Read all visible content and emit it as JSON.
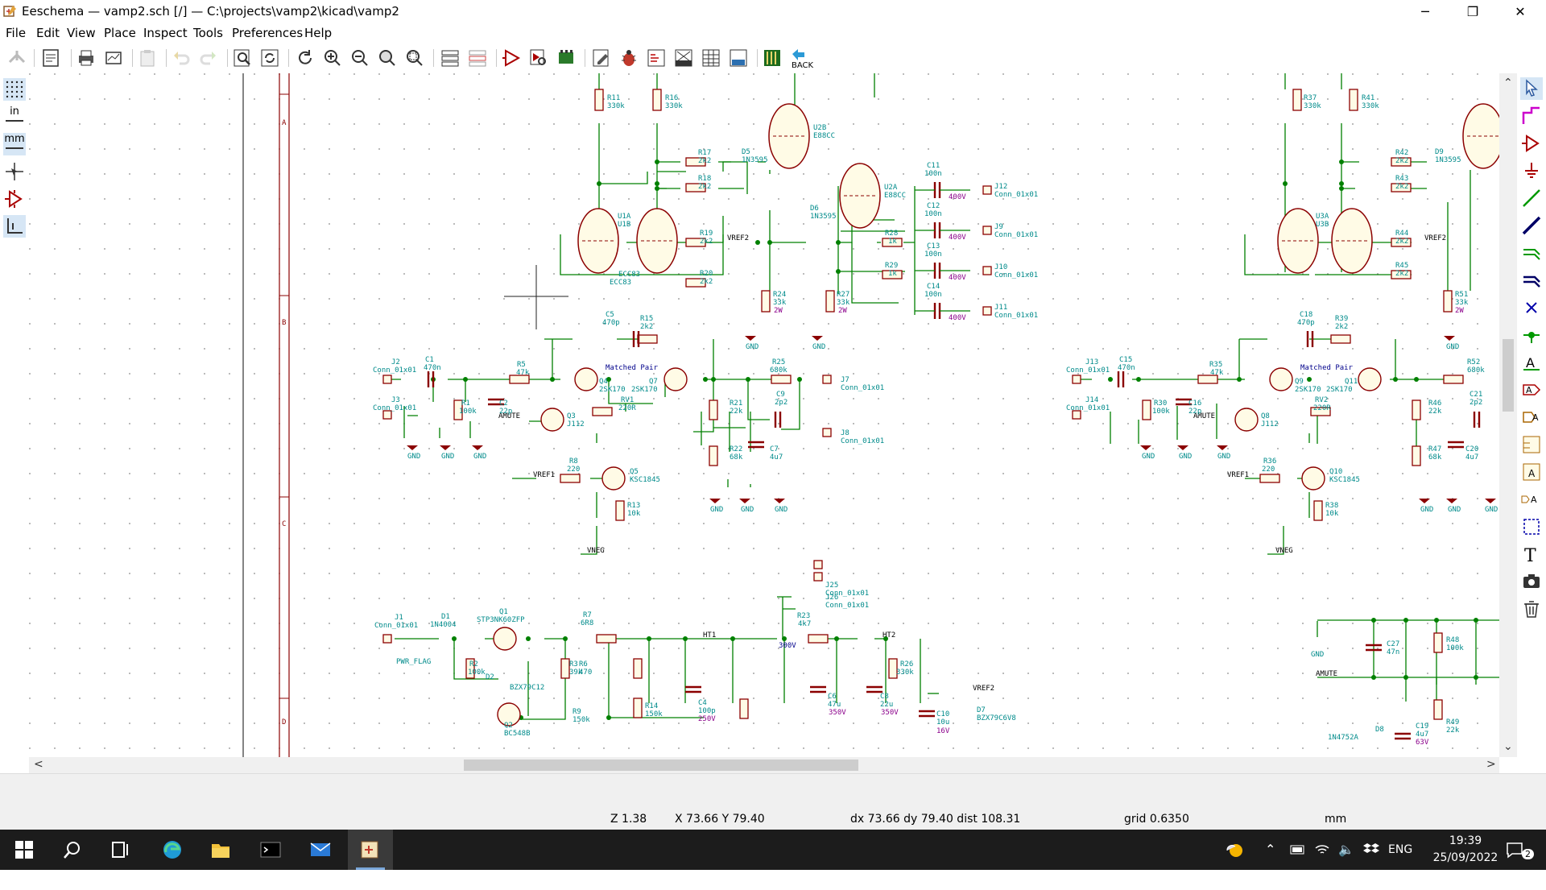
{
  "window": {
    "title": "Eeschema — vamp2.sch [/] — C:\\projects\\vamp2\\kicad\\vamp2",
    "minimize_glyph": "─",
    "maximize_glyph": "❐",
    "close_glyph": "✕"
  },
  "menu": [
    "File",
    "Edit",
    "View",
    "Place",
    "Inspect",
    "Tools",
    "Preferences",
    "Help"
  ],
  "toolbar": {
    "back_label": "BACK",
    "icons": [
      "save-icon",
      "page-settings-icon",
      "print-icon",
      "plot-icon",
      "paste-icon",
      "undo-icon",
      "redo-icon",
      "find-icon",
      "find-replace-icon",
      "refresh-icon",
      "zoom-in-icon",
      "zoom-out-icon",
      "zoom-fit-icon",
      "zoom-selection-icon",
      "hierarchy-icon",
      "leave-sheet-icon",
      "symbol-editor-icon",
      "symbol-browser-icon",
      "footprint-assign-icon",
      "annotate-icon",
      "erc-icon",
      "netlist-icon",
      "netlist-export-icon",
      "bom-table-icon",
      "bom-icon",
      "pcbnew-icon",
      "back-icon"
    ]
  },
  "left_tools": {
    "grid_icon": "grid-icon",
    "inch_label": "in",
    "mm_label": "mm",
    "cursor_icon": "full-cursor-icon",
    "pins_icon": "hidden-pins-icon",
    "orth_icon": "orthogonal-lines-icon"
  },
  "right_tools": [
    "select-icon",
    "highlight-net-icon",
    "add-symbol-icon",
    "add-power-icon",
    "add-wire-icon",
    "add-bus-icon",
    "wire-entry-icon",
    "bus-entry-icon",
    "no-connect-icon",
    "junction-icon",
    "net-label-icon",
    "global-label-icon",
    "hier-label-icon",
    "hier-sheet-icon",
    "import-sheet-pin-icon",
    "sheet-pin-icon",
    "graphic-line-icon",
    "text-icon",
    "image-icon",
    "delete-icon"
  ],
  "status": {
    "zoom": "Z 1.38",
    "cursor": "X 73.66  Y 79.40",
    "delta": "dx 73.66  dy 79.40  dist 108.31",
    "grid": "grid 0.6350",
    "units": "mm"
  },
  "taskbar": {
    "apps": [
      "start-icon",
      "search-icon",
      "task-view-icon",
      "edge-icon",
      "file-explorer-icon",
      "terminal-icon",
      "mail-icon",
      "kicad-eeschema-icon"
    ],
    "language": "ENG",
    "time": "19:39",
    "date": "25/09/2022",
    "notifications": "2"
  },
  "schematic": {
    "border_rows": [
      "A",
      "B",
      "C",
      "D"
    ],
    "components": [
      {
        "ref": "R11",
        "value": "330k"
      },
      {
        "ref": "R16",
        "value": "330k"
      },
      {
        "ref": "R17",
        "value": "2k2"
      },
      {
        "ref": "U2B",
        "value": "E88CC"
      },
      {
        "ref": "D5",
        "value": "1N3595"
      },
      {
        "ref": "R18",
        "value": "2k2"
      },
      {
        "ref": "U2A",
        "value": "E88CC"
      },
      {
        "ref": "D6",
        "value": "1N3595"
      },
      {
        "ref": "U1A",
        "value": "U1B"
      },
      {
        "ref": "ECC83",
        "value": "ECC83"
      },
      {
        "ref": "R19",
        "value": "2k2"
      },
      {
        "ref": "R20",
        "value": "2k2"
      },
      {
        "ref": "R28",
        "value": "1k"
      },
      {
        "ref": "R29",
        "value": "1k"
      },
      {
        "ref": "R24",
        "value": "33k"
      },
      {
        "ref": "R27",
        "value": "33k"
      },
      {
        "ref": "C11",
        "value": "100n"
      },
      {
        "ref": "C12",
        "value": "100n"
      },
      {
        "ref": "C13",
        "value": "100n"
      },
      {
        "ref": "C14",
        "value": "100n"
      },
      {
        "ref": "J12",
        "value": "Conn_01x01"
      },
      {
        "ref": "J9",
        "value": "Conn_01x01"
      },
      {
        "ref": "J10",
        "value": "Conn_01x01"
      },
      {
        "ref": "J11",
        "value": "Conn_01x01"
      },
      {
        "ref": "C5",
        "value": "470p"
      },
      {
        "ref": "R15",
        "value": "2k2"
      },
      {
        "ref": "J2",
        "value": "Conn_01x01"
      },
      {
        "ref": "C1",
        "value": "470n"
      },
      {
        "ref": "R5",
        "value": "47k"
      },
      {
        "ref": "Q4",
        "value": "2SK170"
      },
      {
        "ref": "Q7",
        "value": "2SK170"
      },
      {
        "ref": "R25",
        "value": "680k"
      },
      {
        "ref": "J7",
        "value": "Conn_01x01"
      },
      {
        "ref": "J3",
        "value": "Conn_01x01"
      },
      {
        "ref": "R1",
        "value": "100k"
      },
      {
        "ref": "C2",
        "value": "22p"
      },
      {
        "ref": "Q3",
        "value": "J112"
      },
      {
        "ref": "RV1",
        "value": "220R"
      },
      {
        "ref": "R21",
        "value": "22k"
      },
      {
        "ref": "C9",
        "value": "2p2"
      },
      {
        "ref": "J8",
        "value": "Conn_01x01"
      },
      {
        "ref": "R22",
        "value": "68k"
      },
      {
        "ref": "C7",
        "value": "4u7"
      },
      {
        "ref": "R8",
        "value": "220"
      },
      {
        "ref": "Q5",
        "value": "KSC1845"
      },
      {
        "ref": "R13",
        "value": "10k"
      },
      {
        "ref": "J25",
        "value": "Conn_01x01"
      },
      {
        "ref": "J26",
        "value": "Conn_01x01"
      },
      {
        "ref": "J1",
        "value": "Conn_01x01"
      },
      {
        "ref": "D1",
        "value": "1N4004"
      },
      {
        "ref": "Q1",
        "value": "STP3NK60ZFP"
      },
      {
        "ref": "R7",
        "value": "6R8"
      },
      {
        "ref": "R23",
        "value": "4k7"
      },
      {
        "ref": "R2",
        "value": "100k"
      },
      {
        "ref": "D2",
        "value": "BZX79C12"
      },
      {
        "ref": "R6",
        "value": "470"
      },
      {
        "ref": "R3",
        "value": "39k"
      },
      {
        "ref": "C4",
        "value": "100p"
      },
      {
        "ref": "R26",
        "value": "330k"
      },
      {
        "ref": "C6",
        "value": "47u"
      },
      {
        "ref": "C8",
        "value": "22u"
      },
      {
        "ref": "C10",
        "value": "10u"
      },
      {
        "ref": "D7",
        "value": "BZX79C6V8"
      },
      {
        "ref": "R9",
        "value": "150k"
      },
      {
        "ref": "R14",
        "value": "150k"
      },
      {
        "ref": "Q2",
        "value": "BC548B"
      }
    ],
    "labels": {
      "vref2": "VREF2",
      "vref1": "VREF1",
      "vneg": "VNEG",
      "amute": "AMUTE",
      "gnd": "GND",
      "ht1": "HT1",
      "ht2": "HT2",
      "v300": "300V",
      "matched": "Matched Pair",
      "pwr_flag": "PWR_FLAG",
      "v400": "400V",
      "v2w": "2W",
      "v250": "250V",
      "v350": "350V",
      "v16": "16V",
      "v63": "63V"
    },
    "right_block": [
      {
        "ref": "R37",
        "value": "330k"
      },
      {
        "ref": "R41",
        "value": "330k"
      },
      {
        "ref": "R42",
        "value": "2k2"
      },
      {
        "ref": "D9",
        "value": "1N3595"
      },
      {
        "ref": "R43",
        "value": "2k2"
      },
      {
        "ref": "U3A",
        "value": "U3B"
      },
      {
        "ref": "R44",
        "value": "2k2"
      },
      {
        "ref": "R45",
        "value": "2k2"
      },
      {
        "ref": "R51",
        "value": "33k"
      },
      {
        "ref": "C18",
        "value": "470p"
      },
      {
        "ref": "R39",
        "value": "2k2"
      },
      {
        "ref": "J13",
        "value": "Conn_01x01"
      },
      {
        "ref": "C15",
        "value": "470n"
      },
      {
        "ref": "R35",
        "value": "47k"
      },
      {
        "ref": "Q9",
        "value": "2SK170"
      },
      {
        "ref": "Q11",
        "value": "2SK170"
      },
      {
        "ref": "R52",
        "value": "680k"
      },
      {
        "ref": "J14",
        "value": "Conn_01x01"
      },
      {
        "ref": "R30",
        "value": "100k"
      },
      {
        "ref": "C16",
        "value": "22p"
      },
      {
        "ref": "Q8",
        "value": "J112"
      },
      {
        "ref": "RV2",
        "value": "220R"
      },
      {
        "ref": "R46",
        "value": "22k"
      },
      {
        "ref": "C21",
        "value": "2p2"
      },
      {
        "ref": "R47",
        "value": "68k"
      },
      {
        "ref": "C20",
        "value": "4u7"
      },
      {
        "ref": "R36",
        "value": "220"
      },
      {
        "ref": "Q10",
        "value": "KSC1845"
      },
      {
        "ref": "R38",
        "value": "10k"
      },
      {
        "ref": "C27",
        "value": "47n"
      },
      {
        "ref": "R48",
        "value": "100k"
      },
      {
        "ref": "D8",
        "value": "1N4752A"
      },
      {
        "ref": "C19",
        "value": "4u7"
      },
      {
        "ref": "R49",
        "value": "22k"
      }
    ]
  }
}
